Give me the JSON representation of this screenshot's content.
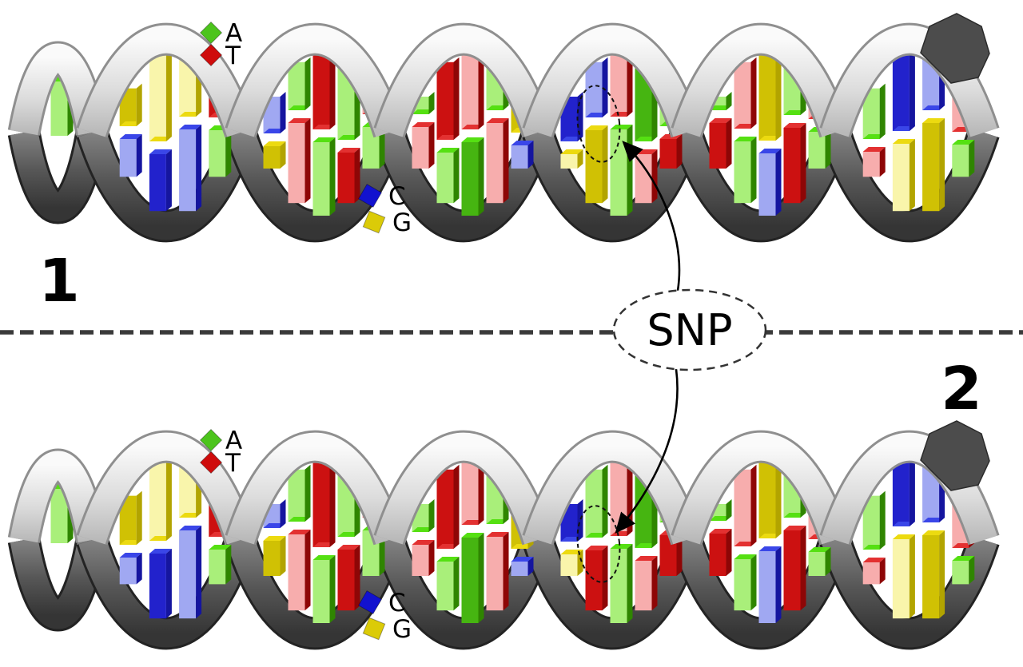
{
  "panels": {
    "one": "1",
    "two": "2"
  },
  "snp": {
    "label": "SNP",
    "site": {
      "bubble": 3,
      "pair": 1,
      "helix1_allele": "C-G",
      "helix2_allele": "A-T"
    }
  },
  "legend": {
    "A": "A",
    "T": "T",
    "C": "C",
    "G": "G"
  },
  "bases": {
    "A": {
      "letter": "A",
      "legend": "#4cc41c",
      "front": "#a9ef7a",
      "solid": "#46b511",
      "side": "#2f8500",
      "bevel": "#55e012"
    },
    "T": {
      "letter": "T",
      "legend": "#cf0c0c",
      "front": "#f7adad",
      "solid": "#cc1111",
      "side": "#8e0606",
      "bevel": "#e33131"
    },
    "C": {
      "letter": "C",
      "legend": "#1212cf",
      "front": "#a0a8f2",
      "solid": "#2222cc",
      "side": "#15159f",
      "bevel": "#3a46e8"
    },
    "G": {
      "letter": "G",
      "legend": "#dbcb08",
      "front": "#f9f5ab",
      "solid": "#d0c104",
      "side": "#b2a400",
      "bevel": "#ecda10"
    }
  },
  "colors": {
    "ribbon_front_hi": "#fafafa",
    "ribbon_front_mid": "#dcdcdc",
    "ribbon_front_lo": "#b9b9b9",
    "ribbon_front_edge": "#8f8f8f",
    "ribbon_back_hi": "#828282",
    "ribbon_back_mid": "#575757",
    "ribbon_back_lo": "#353535",
    "ribbon_back_edge": "#232323",
    "divider": "#3a3a3a",
    "callout_stroke": "#333333",
    "arrow": "#000000",
    "end_cap": "#4c4c4c"
  },
  "dna": {
    "helix1": {
      "stub_pair": "T-A",
      "bubbles": [
        [
          "G-C",
          "G-C",
          "G-C",
          "T-A"
        ],
        [
          "C-G",
          "A-T",
          "T-A",
          "A-T",
          "T-A"
        ],
        [
          "A-T",
          "T-A",
          "T-A",
          "A-T",
          "G-C"
        ],
        [
          "C-G",
          "C-G",
          "T-A",
          "A-T",
          "A-T"
        ],
        [
          "A-T",
          "T-A",
          "G-C",
          "A-T",
          "T-A"
        ],
        [
          "A-T",
          "C-G",
          "C-G",
          "T-A"
        ]
      ]
    },
    "helix2": {
      "stub_pair": "T-A",
      "bubbles": [
        [
          "G-C",
          "G-C",
          "G-C",
          "T-A"
        ],
        [
          "C-G",
          "A-T",
          "T-A",
          "A-T",
          "T-A"
        ],
        [
          "A-T",
          "T-A",
          "T-A",
          "A-T",
          "G-C"
        ],
        [
          "C-G",
          "A-T",
          "T-A",
          "A-T",
          "A-T"
        ],
        [
          "A-T",
          "T-A",
          "G-C",
          "A-T",
          "T-A"
        ],
        [
          "A-T",
          "C-G",
          "C-G",
          "T-A"
        ]
      ]
    }
  }
}
